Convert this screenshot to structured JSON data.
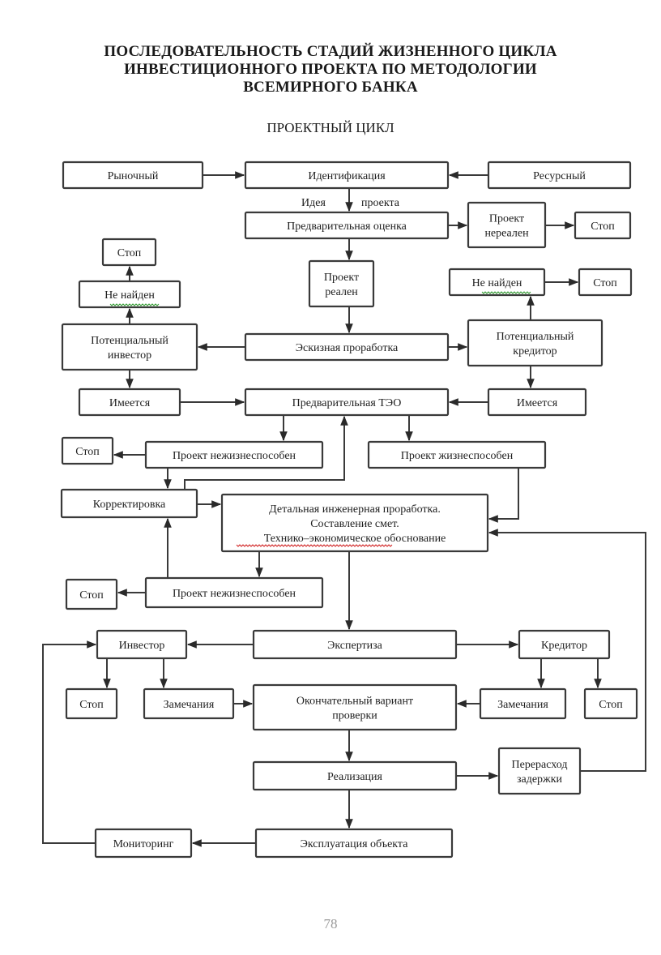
{
  "document": {
    "title_lines": [
      "ПОСЛЕДОВАТЕЛЬНОСТЬ СТАДИЙ ЖИЗНЕННОГО ЦИКЛА",
      "ИНВЕСТИЦИОННОГО ПРОЕКТА ПО МЕТОДОЛОГИИ",
      "ВСЕМИРНОГО БАНКА"
    ],
    "subtitle": "ПРОЕКТНЫЙ ЦИКЛ",
    "page_number": "78"
  },
  "diagram": {
    "nodes": {
      "market": [
        "Рыночный"
      ],
      "identification": [
        "Идентификация"
      ],
      "resource": [
        "Ресурсный"
      ],
      "prelim_assessment": [
        "Предварительная оценка"
      ],
      "project_unreal": [
        "Проект",
        "нереален"
      ],
      "stop_1": [
        "Стоп"
      ],
      "stop_left_top": [
        "Стоп"
      ],
      "not_found_left": [
        "Не найден"
      ],
      "project_real": [
        "Проект",
        "реален"
      ],
      "not_found_right": [
        "Не найден"
      ],
      "stop_right_top": [
        "Стоп"
      ],
      "potential_investor": [
        "Потенциальный",
        "инвестор"
      ],
      "sketch_design": [
        "Эскизная проработка"
      ],
      "potential_creditor": [
        "Потенциальный",
        "кредитор"
      ],
      "has_left": [
        "Имеется"
      ],
      "prelim_feasibility": [
        "Предварительная ТЭО"
      ],
      "has_right": [
        "Имеется"
      ],
      "stop_left_mid": [
        "Стоп"
      ],
      "project_nonviable_1": [
        "Проект нежизнеспособен"
      ],
      "project_viable": [
        "Проект жизнеспособен"
      ],
      "correction": [
        "Корректировка"
      ],
      "detailed_engineering": [
        "Детальная инженерная проработка.",
        "Составление смет.",
        "Технико–экономическое обоснование"
      ],
      "stop_left_low": [
        "Стоп"
      ],
      "project_nonviable_2": [
        "Проект нежизнеспособен"
      ],
      "investor": [
        "Инвестор"
      ],
      "expertise": [
        "Экспертиза"
      ],
      "creditor": [
        "Кредитор"
      ],
      "stop_inv": [
        "Стоп"
      ],
      "remarks_left": [
        "Замечания"
      ],
      "final_version": [
        "Окончательный вариант",
        "проверки"
      ],
      "remarks_right": [
        "Замечания"
      ],
      "stop_cred": [
        "Стоп"
      ],
      "implementation": [
        "Реализация"
      ],
      "overrun": [
        "Перерасход",
        "задержки"
      ],
      "monitoring": [
        "Мониторинг"
      ],
      "operation": [
        "Эксплуатация объекта"
      ]
    },
    "edge_labels": {
      "idea": "Идея",
      "project": "проекта"
    }
  }
}
